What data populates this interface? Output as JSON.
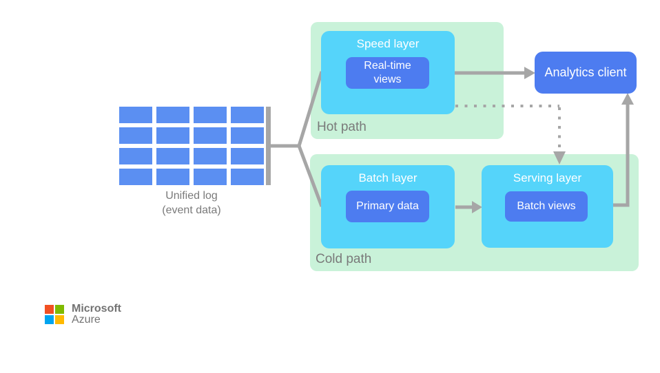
{
  "unified_log": {
    "line1": "Unified log",
    "line2": "(event data)"
  },
  "hot_path": {
    "label": "Hot path",
    "speed_layer_title": "Speed layer",
    "realtime_line1": "Real-time",
    "realtime_line2": "views"
  },
  "cold_path": {
    "label": "Cold path",
    "batch_layer_title": "Batch layer",
    "primary_data": "Primary data",
    "serving_layer_title": "Serving layer",
    "batch_views": "Batch views"
  },
  "analytics_client": {
    "label": "Analytics client"
  },
  "branding": {
    "line1": "Microsoft",
    "line2": "Azure"
  },
  "colors": {
    "path_green": "#c9f2d9",
    "layer_cyan": "#55d4fa",
    "box_blue": "#4d7cf0",
    "grid_blue": "#5b8ff2",
    "connector_gray": "#a6a6a6",
    "label_gray": "#7a7a7a",
    "ms_orange": "#f25022",
    "ms_green": "#7fba00",
    "ms_blue": "#00a4ef",
    "ms_yellow": "#ffb900"
  }
}
